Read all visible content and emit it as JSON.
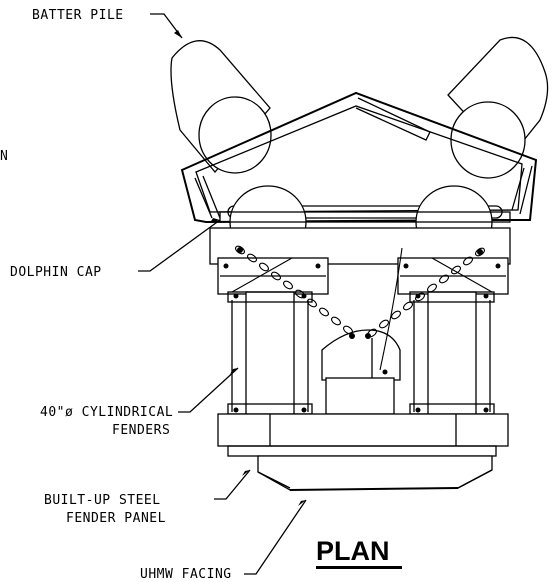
{
  "labels": {
    "batter_pile": "BATTER PILE",
    "side_partial": "N",
    "dolphin_cap": "DOLPHIN CAP",
    "cyl_fenders_line1": "40\"ø CYLINDRICAL",
    "cyl_fenders_line2": "FENDERS",
    "panel_line1": "BUILT-UP STEEL",
    "panel_line2": "FENDER PANEL",
    "uhmw": "UHMW FACING",
    "view_title": "PLAN"
  }
}
